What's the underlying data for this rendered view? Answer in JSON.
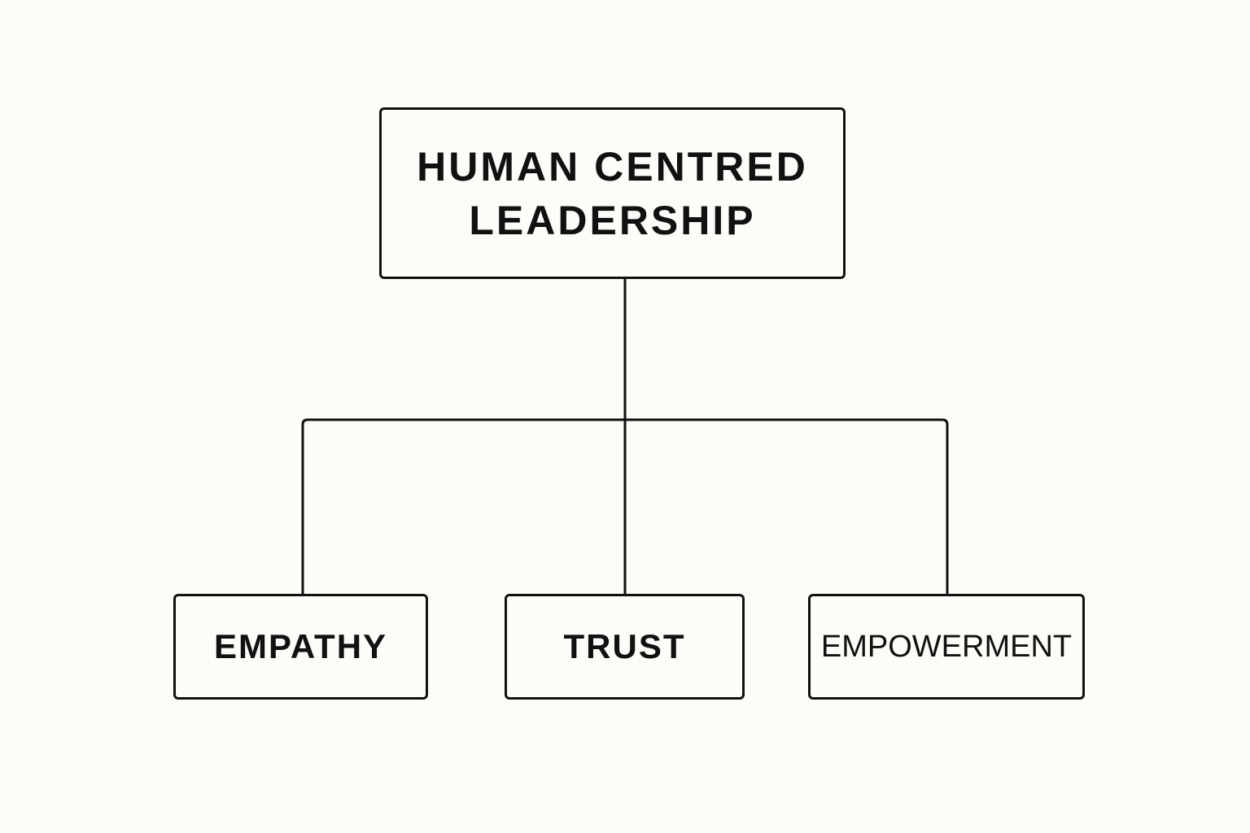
{
  "diagram": {
    "root": {
      "line1": "HUMAN CENTRED",
      "line2": "LEADERSHIP"
    },
    "children": [
      {
        "label": "EMPATHY"
      },
      {
        "label": "TRUST"
      },
      {
        "label": "EMPOWERMENT"
      }
    ]
  },
  "colors": {
    "background": "#fdfcf9",
    "stroke": "#111111",
    "text": "#111111"
  }
}
